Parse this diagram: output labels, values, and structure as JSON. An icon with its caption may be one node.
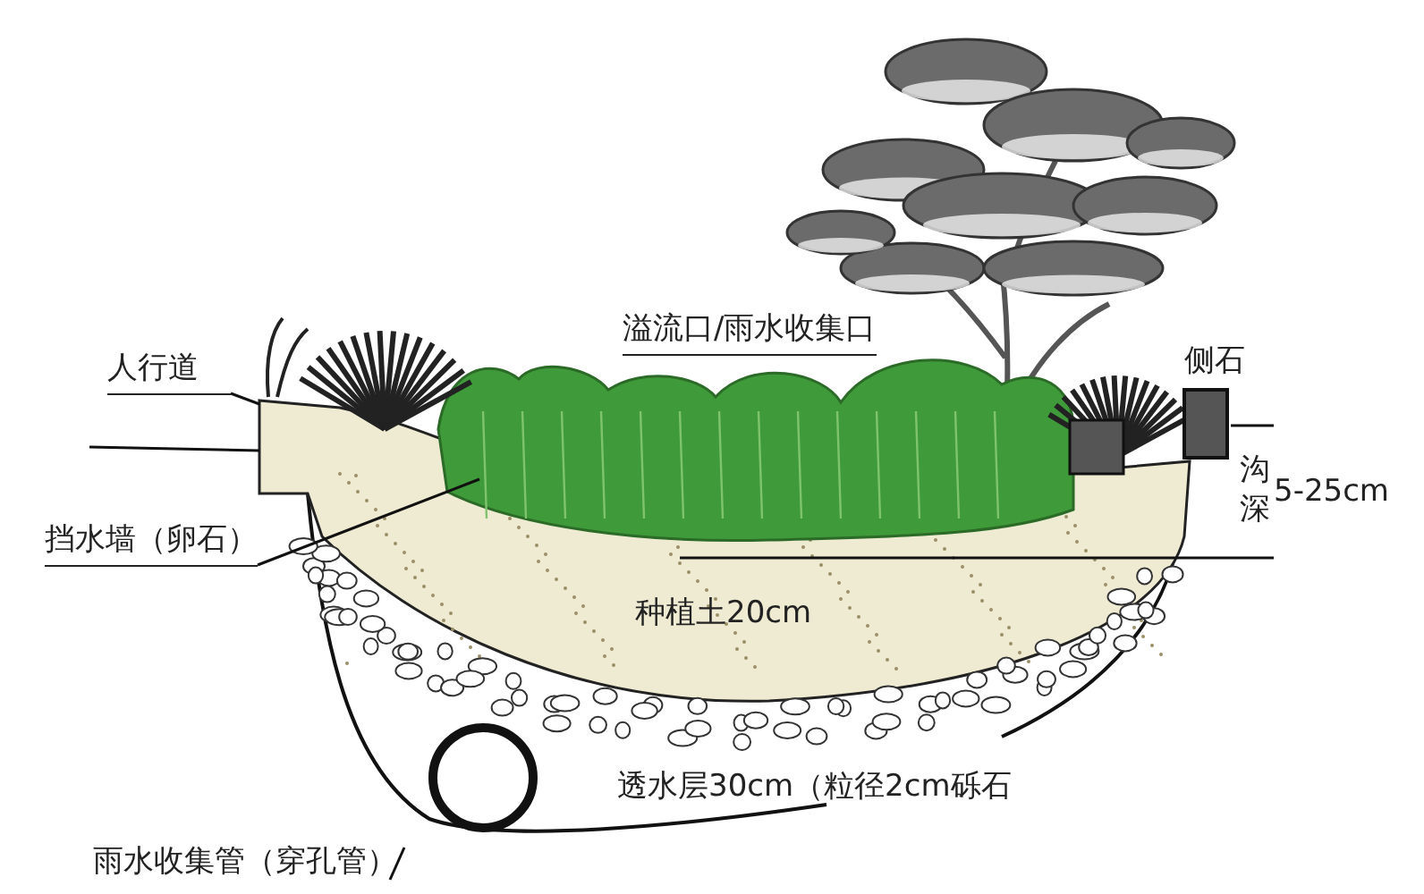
{
  "diagram": {
    "nodes": [
      {
        "text": [
          "人行道"
        ]
      },
      {
        "text": [
          "挡水墙（卵石）"
        ]
      },
      {
        "text": [
          "雨水收集管（穿孔管）"
        ]
      }
    ],
    "edges": [
      {
        "from": 0,
        "to": null,
        "arrow": "none"
      },
      {
        "from": 1,
        "to": null,
        "arrow": "none"
      },
      {
        "from": 2,
        "to": null,
        "arrow": "none"
      }
    ],
    "labels": [
      "溢流口/雨水收集口",
      "侧石",
      "沟深",
      "5-25cm",
      "种植土20cm",
      "透水层30cm（粒径2cm砾石"
    ]
  }
}
